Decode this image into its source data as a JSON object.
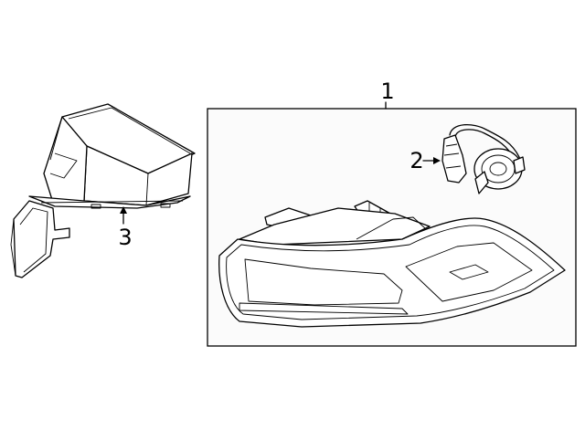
{
  "callouts": {
    "part1": "1",
    "part2": "2",
    "part3": "3"
  },
  "colors": {
    "line": "#000000",
    "background": "#ffffff",
    "box_fill": "#fbfbfb"
  }
}
